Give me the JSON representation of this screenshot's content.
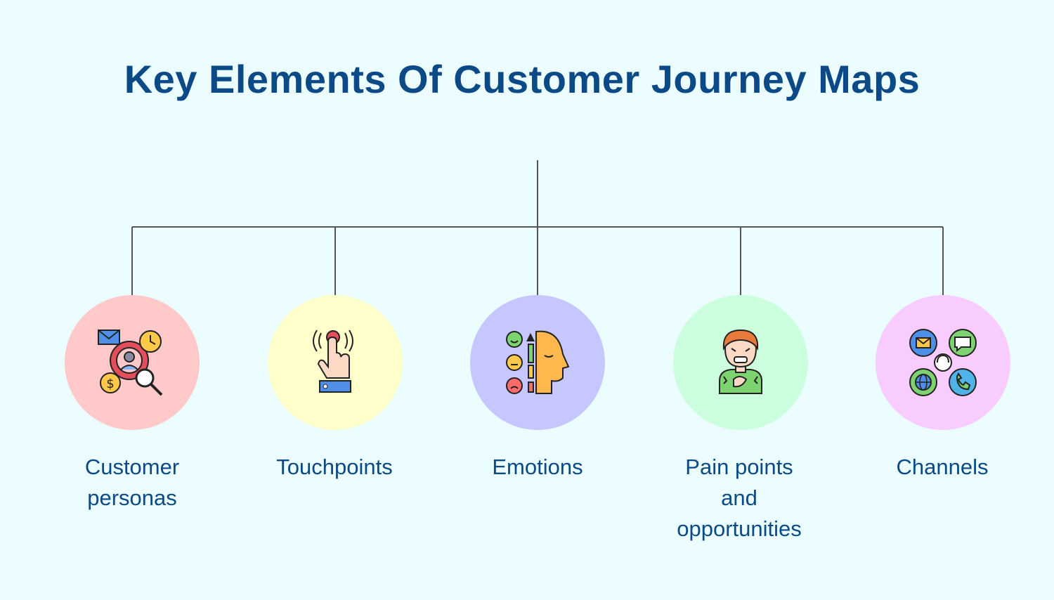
{
  "title": "Key Elements Of Customer Journey Maps",
  "elements": [
    {
      "id": "customer-personas",
      "label_lines": [
        "Customer",
        "personas"
      ],
      "circle_color": "#ffc9c9",
      "icon": "customer-persona-icon"
    },
    {
      "id": "touchpoints",
      "label_lines": [
        "Touchpoints"
      ],
      "circle_color": "#ffffcc",
      "icon": "touch-hand-icon"
    },
    {
      "id": "emotions",
      "label_lines": [
        "Emotions"
      ],
      "circle_color": "#c7c7ff",
      "icon": "emotion-head-icon"
    },
    {
      "id": "pain-points",
      "label_lines": [
        "Pain points",
        "and",
        "opportunities"
      ],
      "circle_color": "#ccffdd",
      "icon": "pained-person-icon"
    },
    {
      "id": "channels",
      "label_lines": [
        "Channels"
      ],
      "circle_color": "#f9ccff",
      "icon": "channels-icon"
    }
  ],
  "colors": {
    "title": "#0b4a86",
    "background": "#ebfdff",
    "connector": "#555555"
  }
}
